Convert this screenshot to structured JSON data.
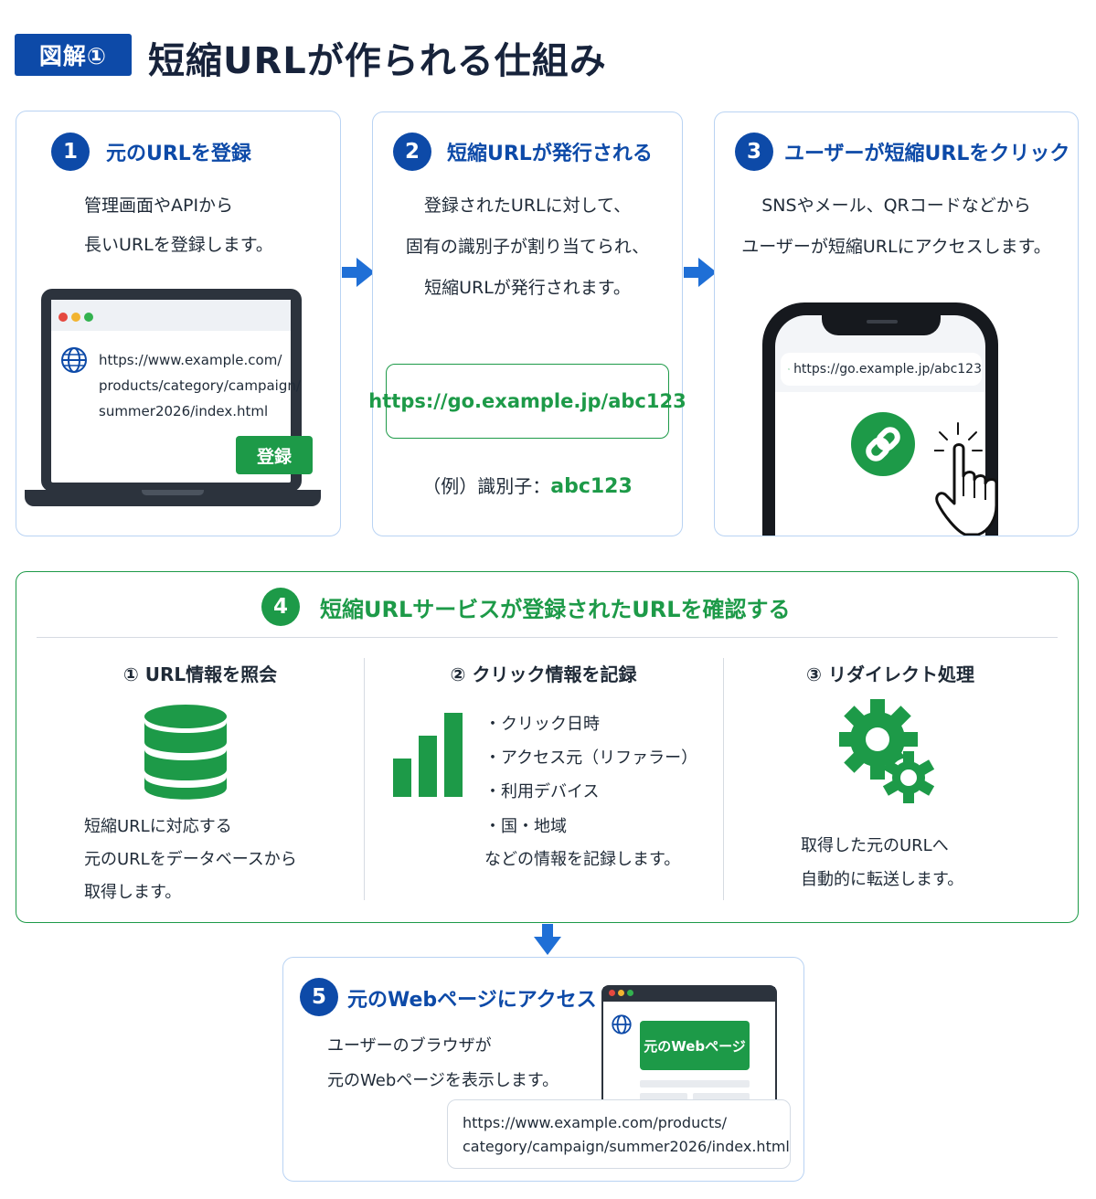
{
  "header": {
    "badge": "図解①",
    "title": "短縮URLが作られる仕組み"
  },
  "steps": [
    {
      "num": "1",
      "title": "元のURLを登録",
      "desc": [
        "管理画面やAPIから",
        "長いURLを登録します。"
      ],
      "url_lines": [
        "https://www.example.com/",
        "products/category/campaign/",
        "summer2026/index.html"
      ],
      "button": "登録"
    },
    {
      "num": "2",
      "title": "短縮URLが発行される",
      "desc": [
        "登録されたURLに対して、",
        "固有の識別子が割り当てられ、",
        "短縮URLが発行されます。"
      ],
      "short_url": "https://go.example.jp/abc123",
      "example_label": "（例）識別子：",
      "example_id": "abc123"
    },
    {
      "num": "3",
      "title": "ユーザーが短縮URLをクリック",
      "desc": [
        "SNSやメール、QRコードなどから",
        "ユーザーが短縮URLにアクセスします。"
      ],
      "phone_url": "https://go.example.jp/abc123"
    }
  ],
  "step4": {
    "num": "4",
    "title": "短縮URLサービスが登録されたURLを確認する",
    "columns": [
      {
        "title": "① URL情報を照会",
        "desc": [
          "短縮URLに対応する",
          "元のURLをデータベースから",
          "取得します。"
        ]
      },
      {
        "title": "② クリック情報を記録",
        "items": [
          "・クリック日時",
          "・アクセス元（リファラー）",
          "・利用デバイス",
          "・国・地域"
        ],
        "desc": "などの情報を記録します。"
      },
      {
        "title": "③ リダイレクト処理",
        "desc": [
          "取得した元のURLへ",
          "自動的に転送します。"
        ]
      }
    ]
  },
  "step5": {
    "num": "5",
    "title": "元のWebページにアクセス",
    "desc": [
      "ユーザーのブラウザが",
      "元のWebページを表示します。"
    ],
    "page_label": "元のWebページ",
    "url_lines": [
      "https://www.example.com/products/",
      "category/campaign/summer2026/index.html"
    ]
  },
  "colors": {
    "blue": "#0d4aa8",
    "green": "#1d9a48",
    "card_border": "#b9d3f3"
  },
  "icons": [
    "globe-icon",
    "link-icon",
    "search-icon",
    "hand-pointer-icon",
    "database-icon",
    "bar-chart-icon",
    "gears-icon",
    "arrow-right-icon",
    "arrow-down-icon"
  ]
}
